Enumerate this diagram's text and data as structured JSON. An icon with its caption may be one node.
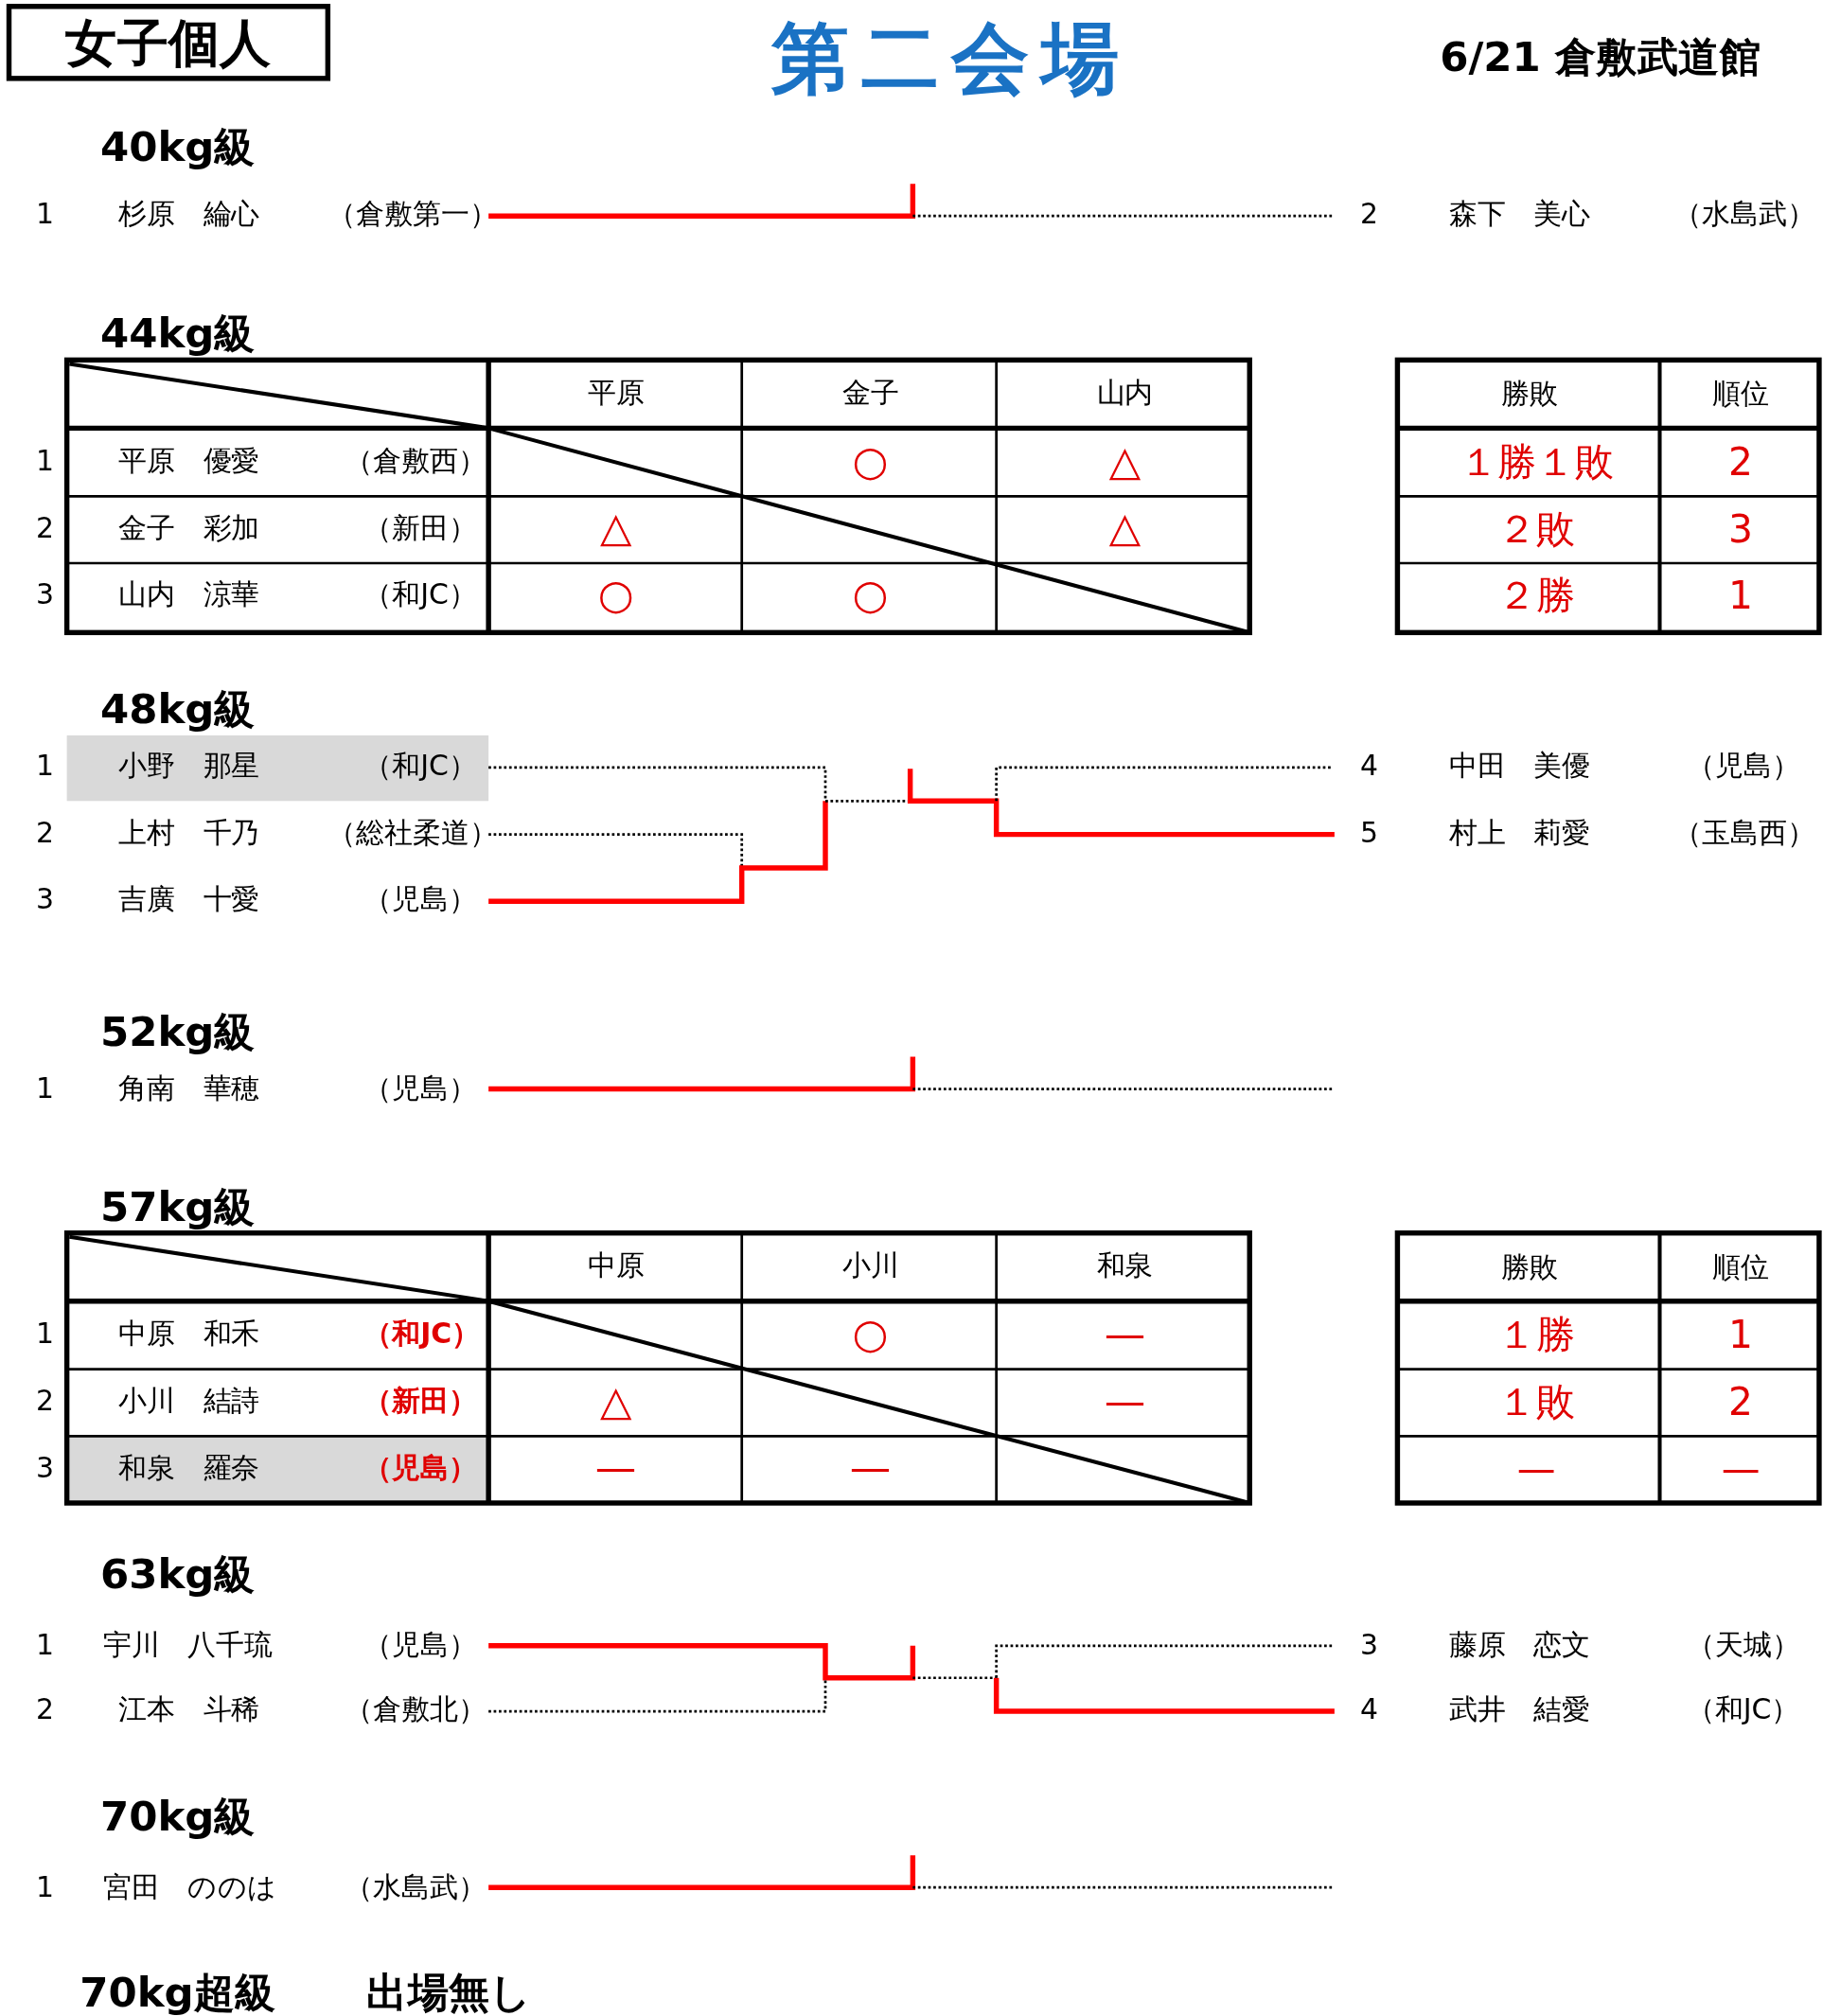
{
  "diagram": {
    "title": "第二会場",
    "nodes": [
      {
        "text": [
          "女子個人"
        ]
      }
    ],
    "labels": [
      "6/21 倉敷武道館",
      "40kg級",
      "1",
      "杉原　綸心",
      "（倉敷第一）",
      "2",
      "森下　美心",
      "（水島武）",
      "44kg級",
      "平原",
      "金子",
      "山内",
      "1",
      "平原　優愛",
      "（倉敷西）",
      "○",
      "△",
      "2",
      "金子　彩加",
      "（新田）",
      "△",
      "△",
      "3",
      "山内　涼華",
      "（和JC）",
      "○",
      "○",
      "勝敗",
      "順位",
      "１勝１敗",
      "2",
      "２敗",
      "3",
      "２勝",
      "1",
      "48kg級",
      "1",
      "小野　那星",
      "（和JC）",
      "2",
      "上村　千乃",
      "（総社柔道）",
      "3",
      "吉廣　十愛",
      "（児島）",
      "4",
      "中田　美優",
      "（児島）",
      "5",
      "村上　莉愛",
      "（玉島西）",
      "52kg級",
      "1",
      "角南　華穂",
      "（児島）",
      "57kg級",
      "中原",
      "小川",
      "和泉",
      "1",
      "中原　和禾",
      "（和JC）",
      "○",
      "—",
      "2",
      "小川　結詩",
      "（新田）",
      "△",
      "—",
      "3",
      "和泉　羅奈",
      "（児島）",
      "—",
      "—",
      "勝敗",
      "順位",
      "１勝",
      "1",
      "１敗",
      "2",
      "—",
      "—",
      "63kg級",
      "1",
      "宇川　八千琉",
      "（児島）",
      "2",
      "江本　斗稀",
      "（倉敷北）",
      "3",
      "藤原　恋文",
      "（天城）",
      "4",
      "武井　結愛",
      "（和JC）",
      "70kg級",
      "1",
      "宮田　ののは",
      "（水島武）",
      "70kg超級",
      "出場無し"
    ]
  }
}
